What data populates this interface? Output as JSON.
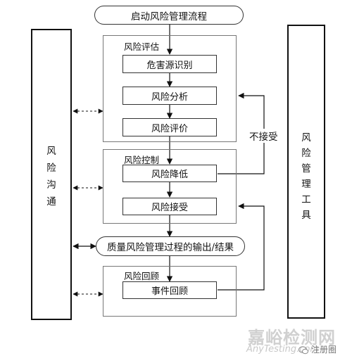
{
  "start_label": "启动风险管理流程",
  "risk_communication": [
    "风",
    "险",
    "沟",
    "通"
  ],
  "risk_tools": [
    "风",
    "险",
    "管",
    "理",
    "工",
    "具"
  ],
  "assessment": {
    "title": "风险评估",
    "steps": [
      "危害源识别",
      "风险分析",
      "风险评价"
    ]
  },
  "control": {
    "title": "风险控制",
    "steps": [
      "风险降低",
      "风险接受"
    ]
  },
  "not_accept_label": "不接受",
  "output_label": "质量风险管理过程的输出/结果",
  "review": {
    "title": "风险回顾",
    "steps": [
      "事件回顾"
    ]
  },
  "watermark": {
    "name": "嘉峪检测网",
    "url": "AnyTesting.com",
    "badge": "注册圈"
  }
}
